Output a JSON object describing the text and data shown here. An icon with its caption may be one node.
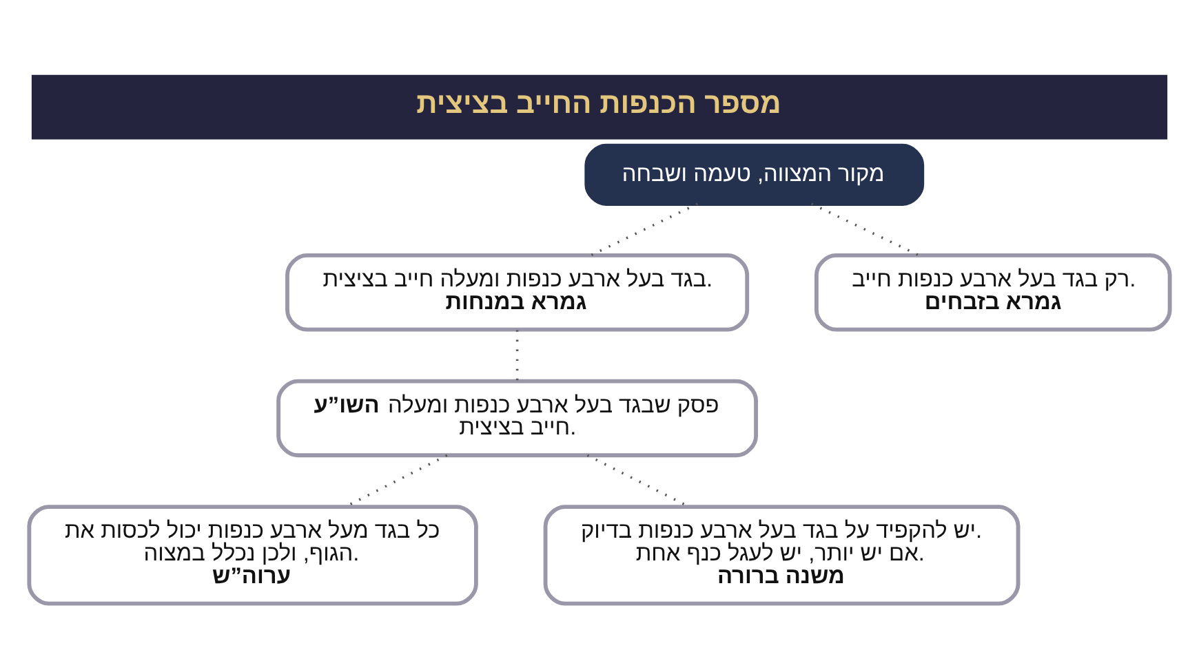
{
  "diagram": {
    "title": "מספר הכנפות החייב בציצית",
    "nodes": [
      {
        "text": [
          "מקור המצווה, טעמה ושבחה"
        ]
      },
      {
        "text": [
          "רק בגד בעל ארבע כנפות חייב.",
          "גמרא בזבחים"
        ]
      },
      {
        "text": [
          "בגד בעל ארבע כנפות ומעלה חייב בציצית.",
          "גמרא במנחות"
        ]
      },
      {
        "text": [
          "**השו”ע** פסק שבגד בעל ארבע כנפות ומעלה חייב בציצית."
        ]
      },
      {
        "text": [
          "יש להקפיד על בגד בעל ארבע כנפות בדיוק. אם יש יותר, יש לעגל כנף אחת.",
          "משנה ברורה"
        ]
      },
      {
        "text": [
          "כל בגד מעל ארבע כנפות יכול לכסות את הגוף, ולכן נכלל במצוה.",
          "ערוה”ש"
        ]
      }
    ],
    "edges": [
      {
        "from": 0,
        "to": 1,
        "arrow": "none",
        "style": "dashed"
      },
      {
        "from": 0,
        "to": 2,
        "arrow": "none",
        "style": "dashed"
      },
      {
        "from": 2,
        "to": 3,
        "arrow": "none",
        "style": "dashed"
      },
      {
        "from": 3,
        "to": 4,
        "arrow": "none",
        "style": "dashed"
      },
      {
        "from": 3,
        "to": 5,
        "arrow": "none",
        "style": "dashed"
      }
    ]
  }
}
